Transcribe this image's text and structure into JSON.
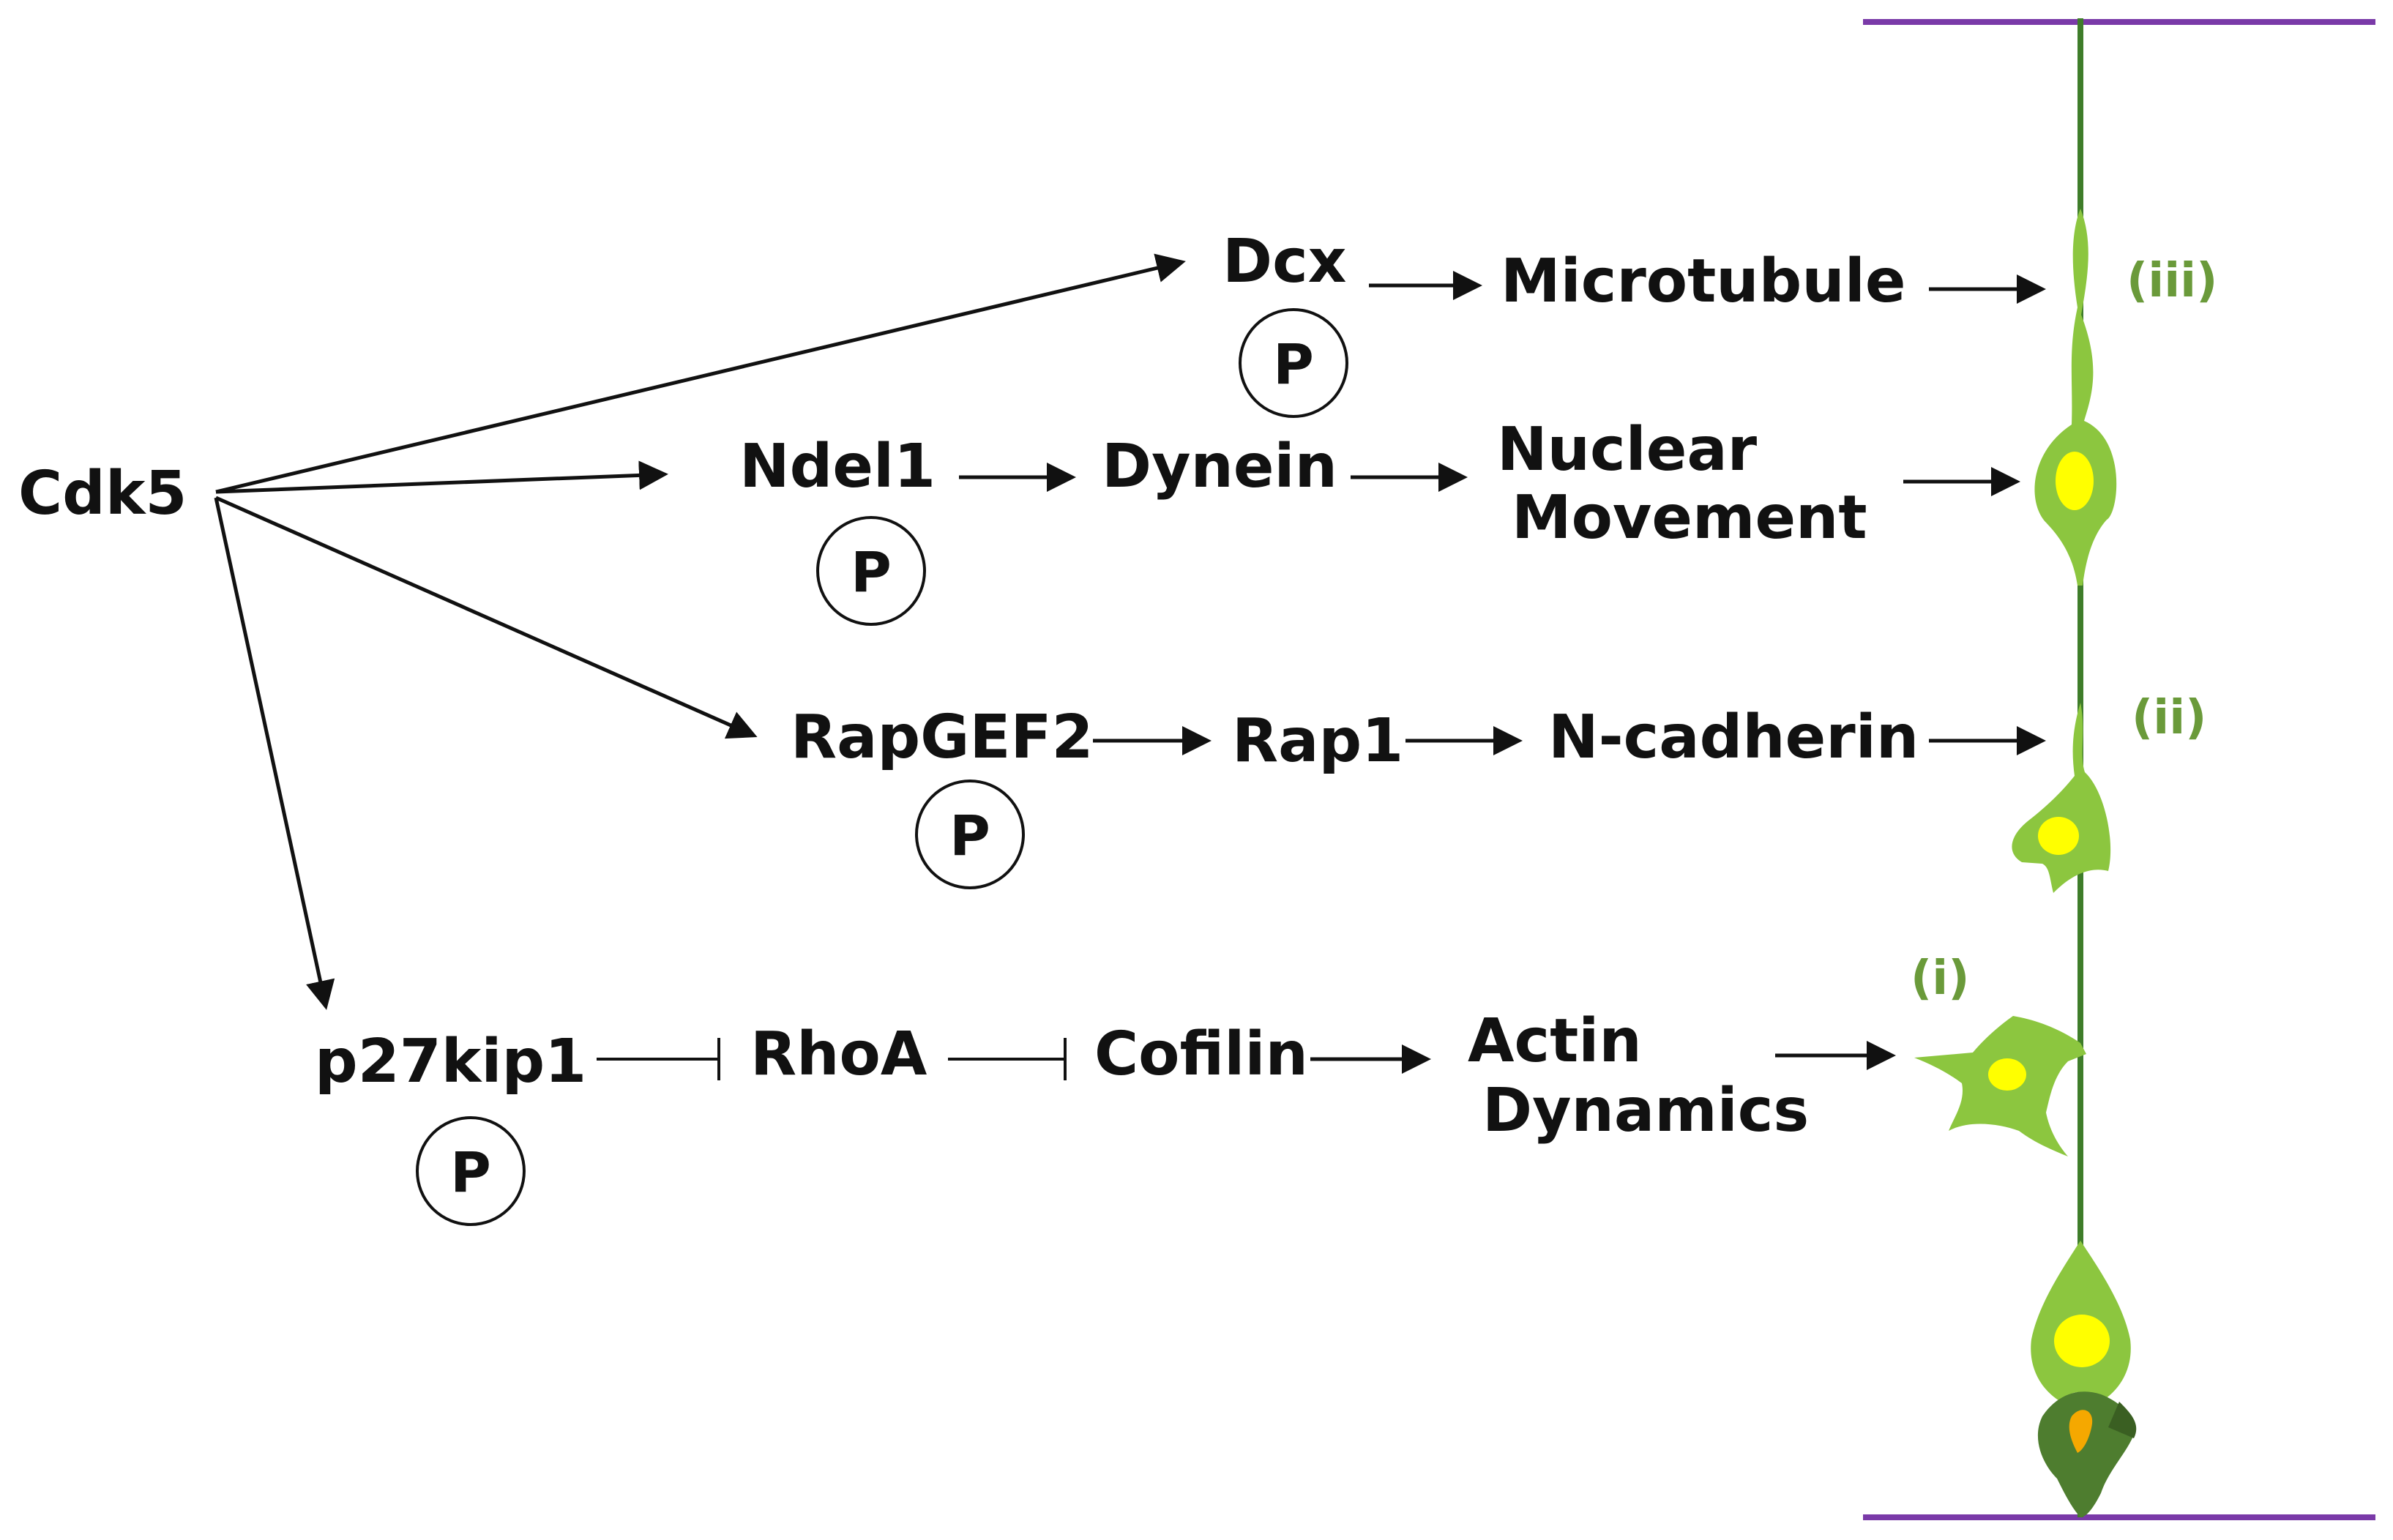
{
  "nodes": {
    "cdk5": "Cdk5",
    "dcx": "Dcx",
    "microtubule": "Microtubule",
    "ndel1": "Ndel1",
    "dynein": "Dynein",
    "nuclear_movement_line1": "Nuclear",
    "nuclear_movement_line2": "Movement",
    "rapgef2": "RapGEF2",
    "rap1": "Rap1",
    "n_cadherin": "N-cadherin",
    "p27kip1": "p27kip1",
    "rhoa": "RhoA",
    "cofilin": "Cofilin",
    "actin_dynamics_line1": "Actin",
    "actin_dynamics_line2": "Dynamics"
  },
  "phospho_label": "P",
  "stages": {
    "i": "(i)",
    "ii": "(ii)",
    "iii": "(iii)"
  },
  "colors": {
    "text": "#111111",
    "stage_label": "#6a9a3a",
    "boundary": "#7a3aa8",
    "radial_fiber": "#3f7d2a",
    "cell_light": "#8cc63f",
    "cell_dark": "#4e7d2f",
    "nucleus": "#ffff00",
    "nucleus_orange": "#f5a800"
  }
}
